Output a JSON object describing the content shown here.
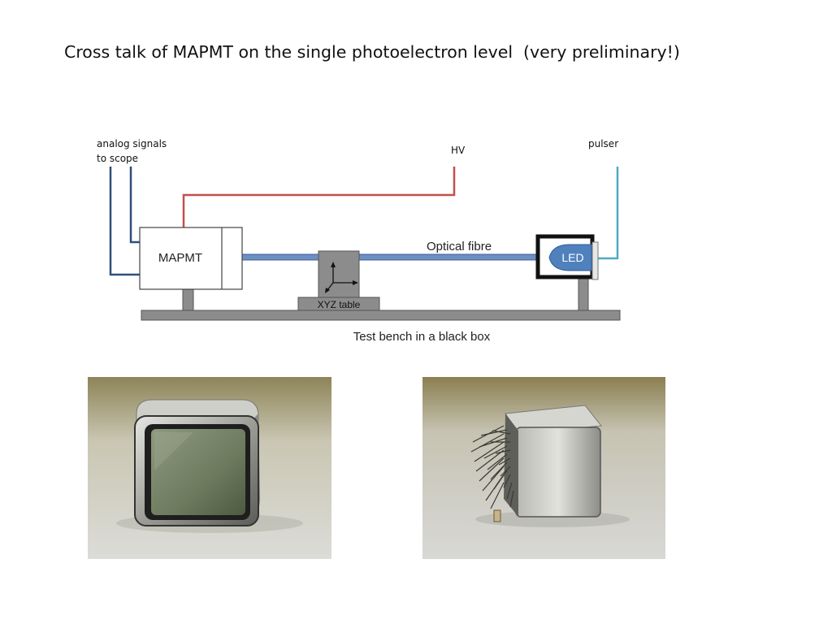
{
  "slide": {
    "title": "Cross talk of MAPMT on the single photoelectron level  (very preliminary!)"
  },
  "diagram": {
    "labels": {
      "analog_signals_line1": "analog signals",
      "analog_signals_line2": "to scope",
      "hv": "HV",
      "pulser": "pulser",
      "mapmt": "MAPMT",
      "optical_fibre": "Optical fibre",
      "led": "LED",
      "xyz_table": "XYZ table",
      "bench": "Test bench in a black box"
    },
    "colors": {
      "signal_cable": "#2e4f7c",
      "hv_cable": "#c0504d",
      "pulser_cable": "#4bacc6",
      "fibre": "#4f81bd",
      "led_fill": "#4f81bd",
      "bench": "#8c8c8c"
    }
  },
  "photos": [
    {
      "subject": "MAPMT front face (photocathode window)",
      "icon": "photo-mapmt-front"
    },
    {
      "subject": "MAPMT rear with connector pins",
      "icon": "photo-mapmt-pins"
    }
  ]
}
